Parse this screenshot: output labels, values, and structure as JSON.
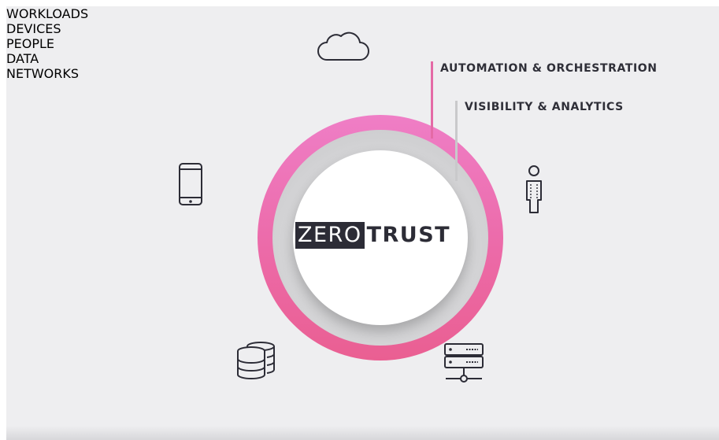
{
  "center": {
    "word_dark": "ZERO",
    "word_light": "TRUST"
  },
  "layers": {
    "outer": "AUTOMATION & ORCHESTRATION",
    "inner": "VISIBILITY & ANALYTICS"
  },
  "pillars": {
    "workloads": {
      "label": "WORKLOADS",
      "icon": "cloud-icon"
    },
    "devices": {
      "label": "DEVICES",
      "icon": "smartphone-icon"
    },
    "people": {
      "label": "PEOPLE",
      "icon": "person-icon"
    },
    "data": {
      "label": "DATA",
      "icon": "database-icon"
    },
    "networks": {
      "label": "NETWORKS",
      "icon": "server-icon"
    }
  },
  "colors": {
    "ring_pink": "#ec6aa8",
    "ring_grey": "#cfcfd1",
    "accent_rule": "#e8a9c3",
    "text_dark": "#2c2c36",
    "background": "#eeeef0"
  }
}
